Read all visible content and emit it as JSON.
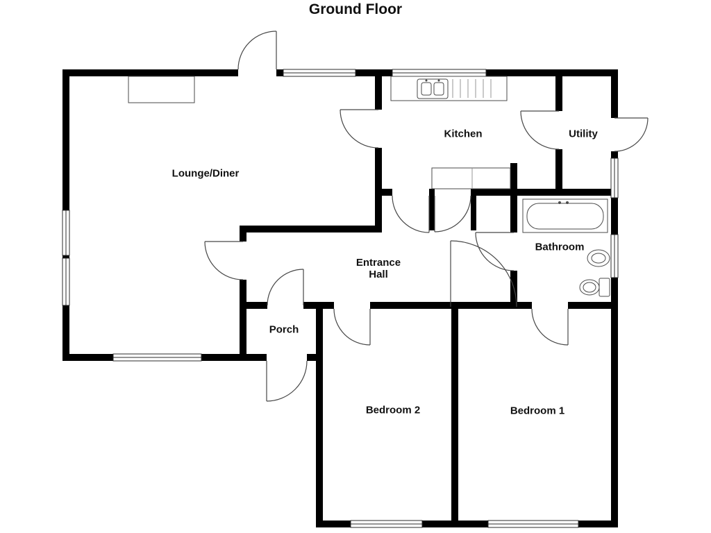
{
  "title": "Ground Floor",
  "rooms": [
    {
      "id": "lounge-diner",
      "label": "Lounge/Diner"
    },
    {
      "id": "kitchen",
      "label": "Kitchen"
    },
    {
      "id": "utility",
      "label": "Utility"
    },
    {
      "id": "bathroom",
      "label": "Bathroom"
    },
    {
      "id": "entrance-hall",
      "label": "Entrance Hall"
    },
    {
      "id": "porch",
      "label": "Porch"
    },
    {
      "id": "bedroom-2",
      "label": "Bedroom 2"
    },
    {
      "id": "bedroom-1",
      "label": "Bedroom 1"
    }
  ],
  "colors": {
    "wall": "#000000",
    "background": "#ffffff",
    "door_stroke": "#474747",
    "fixture_stroke": "#4a4a4a",
    "text": "#111111"
  }
}
